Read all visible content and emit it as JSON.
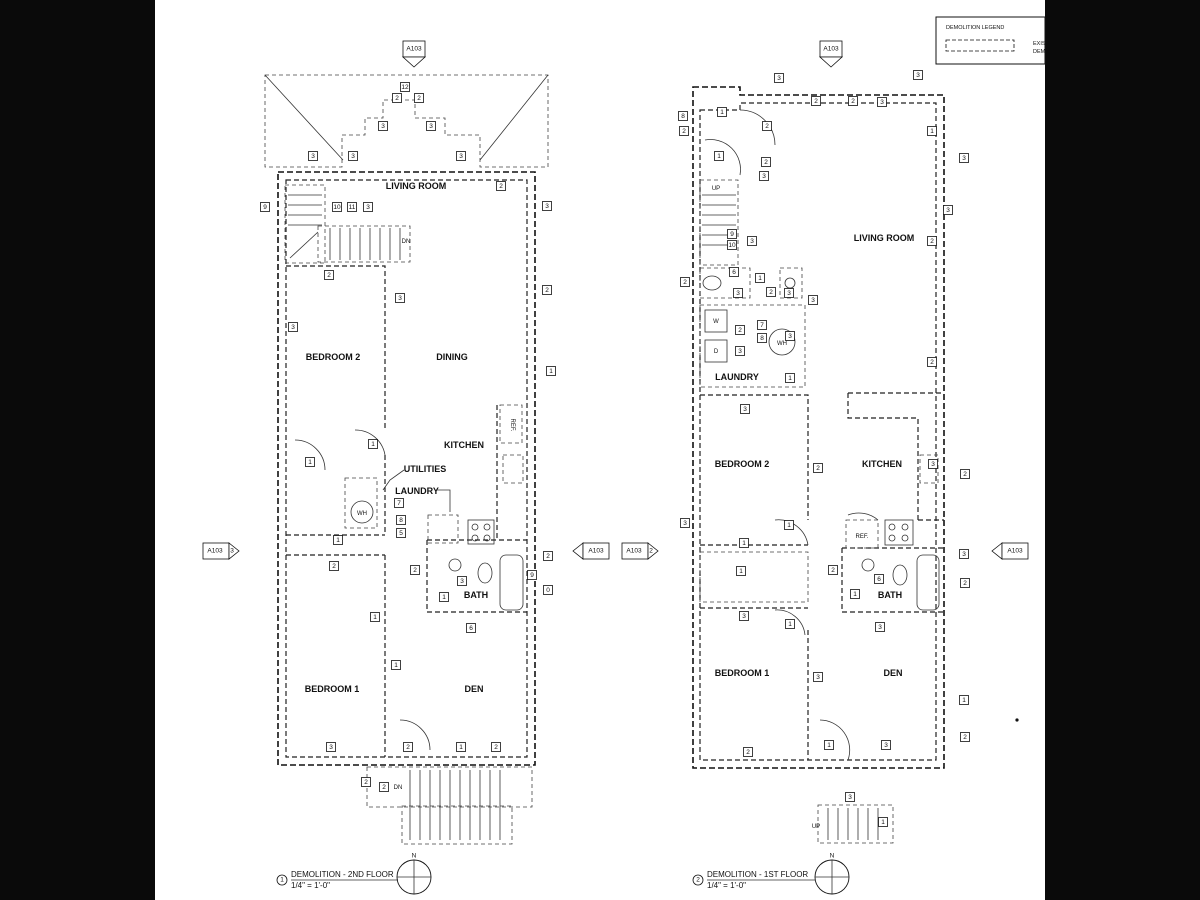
{
  "sheet": {
    "legend": {
      "title": "DEMOLITION LEGEND",
      "line1": "EXIS",
      "line2": "DEM"
    }
  },
  "plans": [
    {
      "id": "2nd",
      "number": "1",
      "title": "DEMOLITION - 2ND FLOOR",
      "scale": "1/4\" = 1'-0\"",
      "north_label": "N",
      "section_ref": "A103",
      "section_num": "3",
      "section_ref_right": "A103",
      "rooms": {
        "living": "LIVING ROOM",
        "bedroom2": "BEDROOM 2",
        "dining": "DINING",
        "kitchen": "KITCHEN",
        "utilities": "UTILITIES",
        "laundry": "LAUNDRY",
        "bath": "BATH",
        "bedroom1": "BEDROOM 1",
        "den": "DEN"
      },
      "fixtures": {
        "ref": "REF.",
        "wh": "WH",
        "dn": "DN",
        "dn2": "DN"
      },
      "tags": [
        "12",
        "2",
        "2",
        "3",
        "3",
        "3",
        "3",
        "3",
        "2",
        "9",
        "10",
        "11",
        "3",
        "2",
        "3",
        "3",
        "2",
        "3",
        "1",
        "1",
        "1",
        "7",
        "8",
        "5",
        "1",
        "2",
        "1",
        "6",
        "0",
        "1",
        "3",
        "2",
        "1",
        "3",
        "2",
        "1",
        "2",
        "2",
        "2",
        "9",
        "2"
      ]
    },
    {
      "id": "1st",
      "number": "2",
      "title": "DEMOLITION - 1ST FLOOR",
      "scale": "1/4\" = 1'-0\"",
      "north_label": "N",
      "section_ref": "A103",
      "section_num": "2",
      "section_ref_right": "A103",
      "rooms": {
        "living": "LIVING ROOM",
        "laundry": "LAUNDRY",
        "bedroom2": "BEDROOM 2",
        "kitchen": "KITCHEN",
        "bath": "BATH",
        "bedroom1": "BEDROOM 1",
        "den": "DEN"
      },
      "fixtures": {
        "ref": "REF.",
        "wh": "WH",
        "w": "W",
        "d": "D",
        "up": "UP",
        "up2": "UP"
      },
      "tags": [
        "3",
        "3",
        "8",
        "2",
        "1",
        "2",
        "2",
        "2",
        "3",
        "1",
        "2",
        "1",
        "3",
        "3",
        "2",
        "3",
        "9",
        "10",
        "3",
        "2",
        "6",
        "1",
        "3",
        "2",
        "3",
        "3",
        "7",
        "8",
        "3",
        "1",
        "2",
        "3",
        "2",
        "2",
        "3",
        "1",
        "1",
        "1",
        "3",
        "1",
        "2",
        "6",
        "1",
        "3",
        "2",
        "1",
        "3",
        "1",
        "3",
        "2",
        "2",
        "3",
        "3",
        "1",
        "3",
        "2",
        "3"
      ]
    }
  ]
}
